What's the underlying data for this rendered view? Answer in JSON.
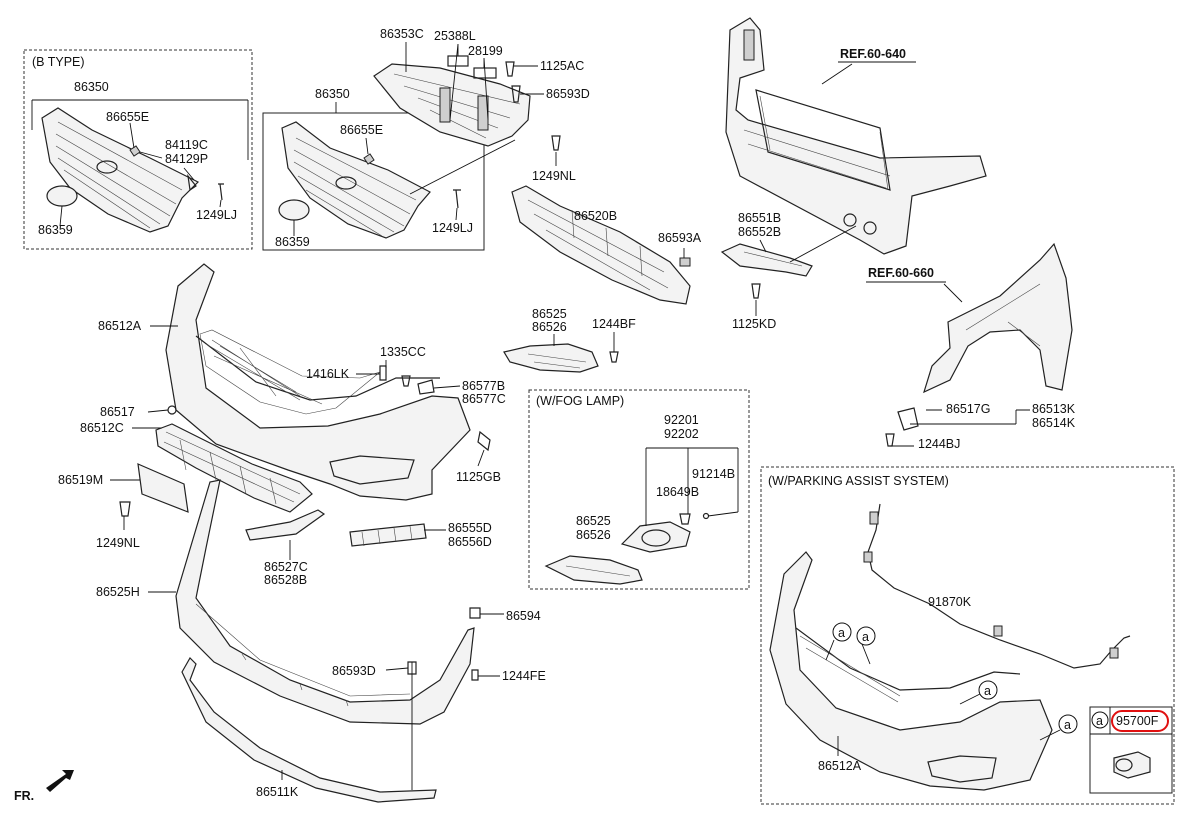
{
  "sections": {
    "b_type": "(B TYPE)",
    "fog_lamp": "(W/FOG LAMP)",
    "parking_assist": "(W/PARKING ASSIST SYSTEM)"
  },
  "refs": {
    "ref_640": "REF.60-640",
    "ref_660": "REF.60-660"
  },
  "direction": "FR.",
  "circle_letter": "a",
  "highlight_color": "#e01010",
  "labels": {
    "p86350_b": "86350",
    "p86655e_b": "86655E",
    "p84119c": "84119C",
    "p84129p": "84129P",
    "p86359_b": "86359",
    "p1249lj_b": "1249LJ",
    "p86353c": "86353C",
    "p25388l": "25388L",
    "p28199": "28199",
    "p1125ac": "1125AC",
    "p86593d_top": "86593D",
    "p1249nl_top": "1249NL",
    "p86350": "86350",
    "p86655e": "86655E",
    "p86359": "86359",
    "p1249lj": "1249LJ",
    "p86520b": "86520B",
    "p86593a": "86593A",
    "p86525_top": "86525",
    "p86526_top": "86526",
    "p1244bf": "1244BF",
    "p86551b": "86551B",
    "p86552b": "86552B",
    "p1125kd": "1125KD",
    "p86512a": "86512A",
    "p1416lk": "1416LK",
    "p1335cc": "1335CC",
    "p86577b": "86577B",
    "p86577c": "86577C",
    "p86517": "86517",
    "p86512c": "86512C",
    "p1125gb": "1125GB",
    "p86519m": "86519M",
    "p1249nl": "1249NL",
    "p86527c": "86527C",
    "p86528b": "86528B",
    "p86555d": "86555D",
    "p86556d": "86556D",
    "p86525h": "86525H",
    "p86594": "86594",
    "p86593d": "86593D",
    "p1244fe": "1244FE",
    "p86511k": "86511K",
    "p92201": "92201",
    "p92202": "92202",
    "p91214b": "91214B",
    "p18649b": "18649B",
    "p86525_fog": "86525",
    "p86526_fog": "86526",
    "p86517g": "86517G",
    "p86513k": "86513K",
    "p86514k": "86514K",
    "p1244bj": "1244BJ",
    "p91870k": "91870K",
    "p86512a_pas": "86512A",
    "p95700f": "95700F"
  }
}
